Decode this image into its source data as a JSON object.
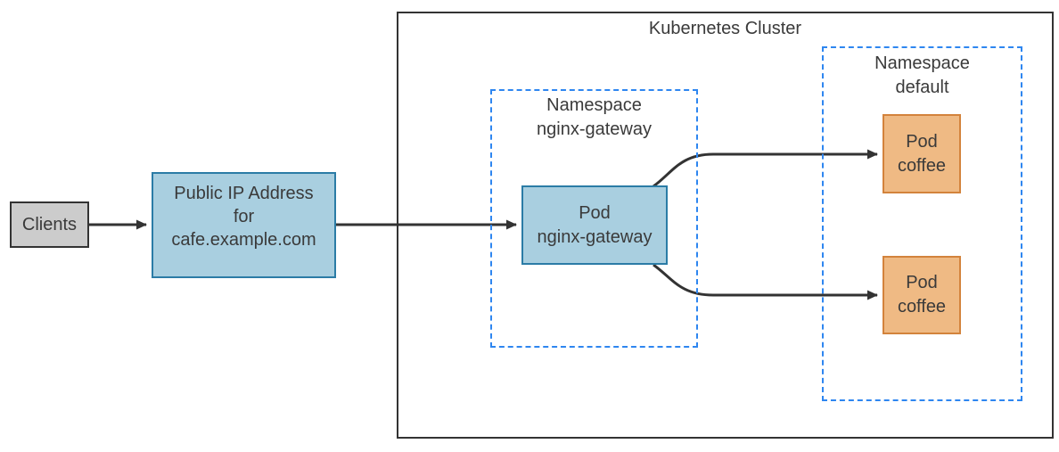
{
  "cluster": {
    "title": "Kubernetes Cluster"
  },
  "namespaces": {
    "nginx_gateway": {
      "lines": [
        "Namespace",
        "nginx-gateway"
      ]
    },
    "default_ns": {
      "lines": [
        "Namespace",
        "default"
      ]
    }
  },
  "nodes": {
    "clients": {
      "label": "Clients"
    },
    "public_ip": {
      "lines": [
        "Public IP Address",
        "for",
        "cafe.example.com"
      ]
    },
    "pod_nginx_gateway": {
      "lines": [
        "Pod",
        "nginx-gateway"
      ]
    },
    "pod_coffee_1": {
      "lines": [
        "Pod",
        "coffee"
      ]
    },
    "pod_coffee_2": {
      "lines": [
        "Pod",
        "coffee"
      ]
    }
  },
  "colors": {
    "text": "#3A3A3A",
    "arrow": "#333333",
    "cluster_border": "#333333",
    "namespace_border": "#2E86F0",
    "client_fill": "#CCCCCC",
    "client_border": "#333333",
    "blue_fill": "#A9CFE0",
    "blue_border": "#2B7CA6",
    "orange_fill": "#EFBA84",
    "orange_border": "#D3833C"
  }
}
